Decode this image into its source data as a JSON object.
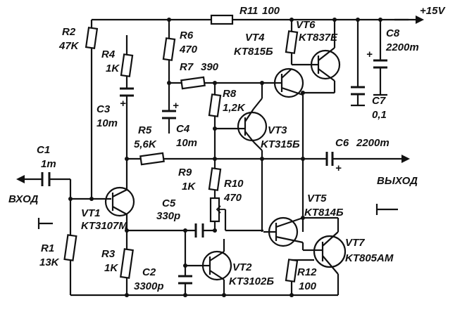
{
  "supply_label": "+15V",
  "input_label": "ВХОД",
  "output_label": "ВЫХОД",
  "components": {
    "r11": {
      "ref": "R11",
      "value": "100"
    },
    "r2": {
      "ref": "R2",
      "value": "47K"
    },
    "r4": {
      "ref": "R4",
      "value": "1K"
    },
    "r6": {
      "ref": "R6",
      "value": "470"
    },
    "r7": {
      "ref": "R7",
      "value": "390"
    },
    "r8": {
      "ref": "R8",
      "value": "1,2K"
    },
    "r5": {
      "ref": "R5",
      "value": "5,6K"
    },
    "r9": {
      "ref": "R9",
      "value": "1K"
    },
    "r10": {
      "ref": "R10",
      "value": "470"
    },
    "r1": {
      "ref": "R1",
      "value": "13K"
    },
    "r3": {
      "ref": "R3",
      "value": "1K"
    },
    "r12": {
      "ref": "R12",
      "value": "100"
    },
    "c1": {
      "ref": "C1",
      "value": "1m"
    },
    "c3": {
      "ref": "C3",
      "value": "10m"
    },
    "c4": {
      "ref": "C4",
      "value": "10m"
    },
    "c5": {
      "ref": "C5",
      "value": "330p"
    },
    "c2": {
      "ref": "C2",
      "value": "3300p"
    },
    "c6": {
      "ref": "C6",
      "value": "2200m"
    },
    "c7": {
      "ref": "C7",
      "value": "0,1"
    },
    "c8": {
      "ref": "C8",
      "value": "2200m"
    },
    "vt1": {
      "ref": "VT1",
      "type": "KT3107M"
    },
    "vt2": {
      "ref": "VT2",
      "type": "KT3102Б"
    },
    "vt3": {
      "ref": "VT3",
      "type": "KT315Б"
    },
    "vt4": {
      "ref": "VT4",
      "type": "KT815Б"
    },
    "vt5": {
      "ref": "VT5",
      "type": "KT814Б"
    },
    "vt6": {
      "ref": "VT6",
      "type": "KT837E"
    },
    "vt7": {
      "ref": "VT7",
      "type": "KT805AM"
    }
  },
  "polarity_mark": "+"
}
